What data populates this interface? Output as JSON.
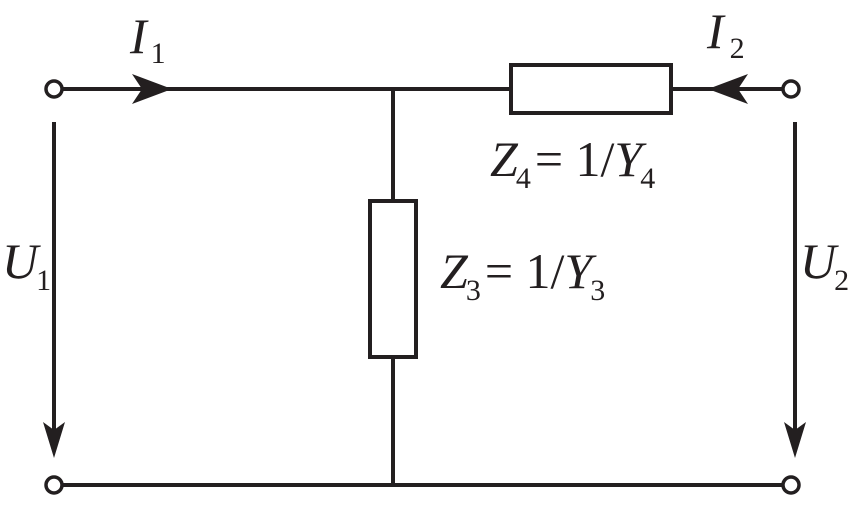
{
  "colors": {
    "ink": "#231f20",
    "background": "#ffffff"
  },
  "labels": {
    "i1": {
      "main": "I",
      "sub": "1"
    },
    "i2": {
      "main": "I",
      "sub": "2"
    },
    "u1": {
      "main": "U",
      "sub": "1"
    },
    "u2": {
      "main": "U",
      "sub": "2"
    },
    "z4": {
      "main": "Z",
      "sub": "4",
      "rest": "= 1/",
      "y": "Y",
      "ysub": "4"
    },
    "z3": {
      "main": "Z",
      "sub": "3",
      "rest": "= 1/",
      "y": "Y",
      "ysub": "3"
    }
  }
}
